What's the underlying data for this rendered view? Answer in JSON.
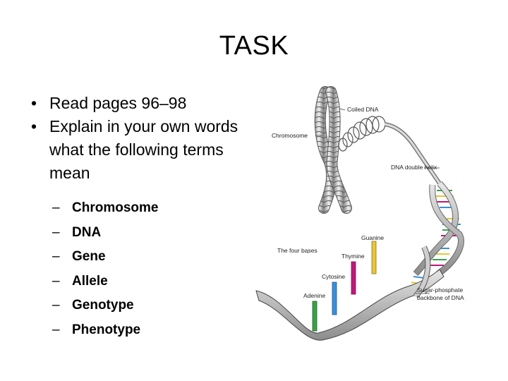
{
  "slide": {
    "title": "TASK",
    "bullets": [
      {
        "text": "Read pages 96–98"
      },
      {
        "text": "Explain in your own words what the following terms mean"
      }
    ],
    "terms": [
      "Chromosome",
      "DNA",
      "Gene",
      "Allele",
      "Genotype",
      "Phenotype"
    ]
  },
  "figure": {
    "labels": {
      "coiled_dna": "Coiled DNA",
      "chromosome": "Chromosome",
      "double_helix": "DNA double helix",
      "four_bases": "The four bases",
      "guanine": "Guanine",
      "thymine": "Thymine",
      "cytosine": "Cytosine",
      "adenine": "Adenine",
      "backbone_line1": "Sugar-phosphate",
      "backbone_line2": "backbone of DNA"
    },
    "base_colors": {
      "guanine": "#e8c53a",
      "thymine": "#c0187a",
      "cytosine": "#3a8fd8",
      "adenine": "#3aa24a"
    }
  }
}
